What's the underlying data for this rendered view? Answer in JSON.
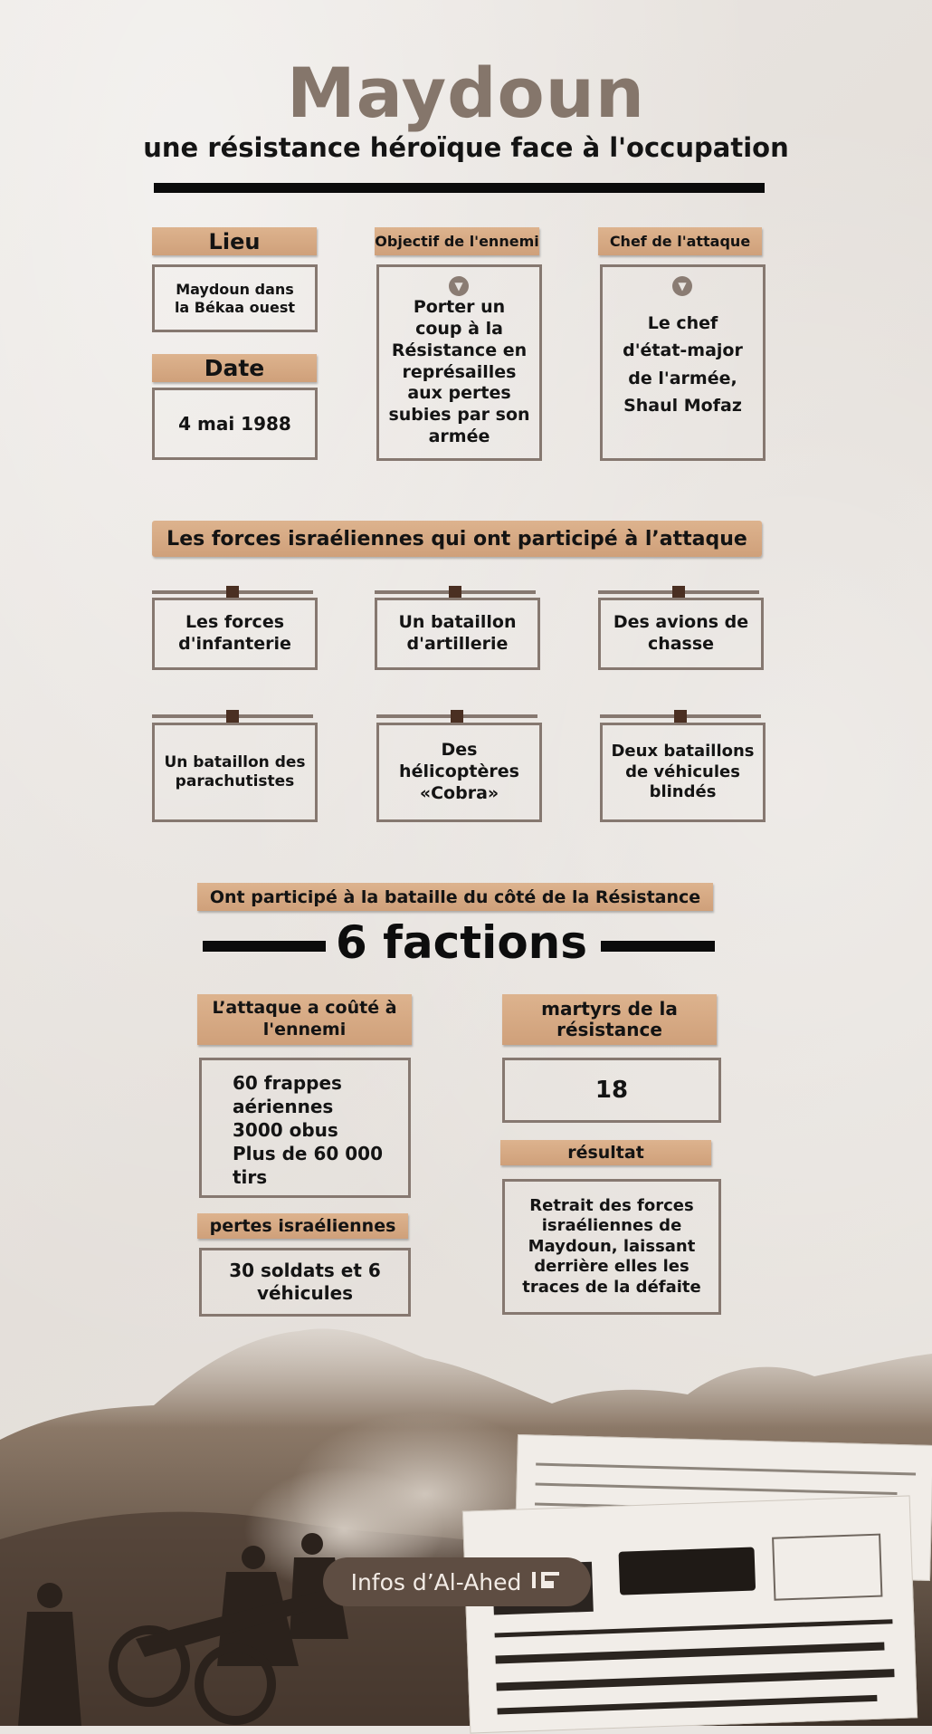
{
  "header": {
    "title": "Maydoun",
    "subtitle": "une résistance héroïque face à l'occupation"
  },
  "info": {
    "lieu": {
      "label": "Lieu",
      "value": "Maydoun dans la Békaa ouest"
    },
    "date": {
      "label": "Date",
      "value": "4 mai 1988"
    },
    "objectif": {
      "label": "Objectif de l'ennemi",
      "value": "Porter un coup à la Résistance en représailles aux pertes subies par son armée"
    },
    "chef": {
      "label": "Chef de l'attaque",
      "value": "Le chef d'état-major de l'armée, Shaul Mofaz"
    }
  },
  "forces": {
    "heading": "Les forces israéliennes qui ont participé à l’attaque",
    "items": [
      "Les forces d'infanterie",
      "Un bataillon d'artillerie",
      "Des avions de chasse",
      "Un bataillon des parachutistes",
      "Des hélicoptères «Cobra»",
      "Deux bataillons de véhicules blindés"
    ]
  },
  "resistance": {
    "heading": "Ont participé à la bataille du côté de la Résistance",
    "factions": "6 factions"
  },
  "cost": {
    "label": "L’attaque a coûté à l'ennemi",
    "lines": [
      "60 frappes aériennes",
      "3000 obus",
      "Plus de 60 000 tirs"
    ]
  },
  "martyrs": {
    "label": "martyrs de la résistance",
    "value": "18"
  },
  "losses": {
    "label": "pertes israéliennes",
    "value": "30 soldats et 6 véhicules"
  },
  "result": {
    "label": "résultat",
    "value": "Retrait des forces israéliennes de Maydoun, laissant derrière elles les traces de la défaite"
  },
  "footer": {
    "brand": "Infos d’Al-Ahed"
  },
  "colors": {
    "tag": "#d4a77f",
    "border": "#867870",
    "title": "#85766b",
    "pill": "#5e4d42"
  },
  "icons": {
    "chevron": "chevron-down-icon",
    "brand": "al-ahed-logo-icon"
  }
}
